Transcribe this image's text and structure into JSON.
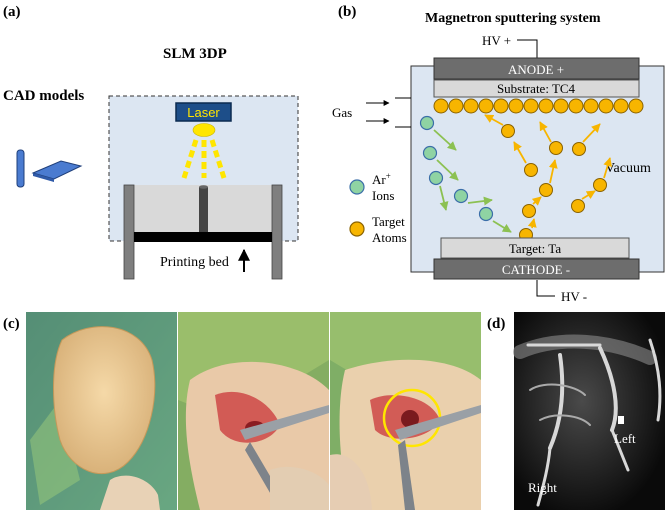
{
  "panel_a": {
    "tag": "(a)",
    "title": "SLM 3DP",
    "cad_label": "CAD models",
    "laser_label": "Laser",
    "bed_label": "Printing bed"
  },
  "panel_b": {
    "tag": "(b)",
    "title": "Magnetron sputtering system",
    "hv_plus": "HV +",
    "hv_minus": "HV -",
    "anode": "ANODE +",
    "substrate": "Substrate: TC4",
    "target": "Target: Ta",
    "cathode": "CATHODE -",
    "gas": "Gas",
    "vacuum": "Vacuum",
    "legend_ions_1": "Ar",
    "legend_ions_sup": "+",
    "legend_ions_2": "Ions",
    "legend_atoms_1": "Target",
    "legend_atoms_2": "Atoms"
  },
  "panel_c": {
    "tag": "(c)"
  },
  "panel_d": {
    "tag": "(d)",
    "left_label": "Left",
    "right_label": "Right"
  },
  "colors": {
    "chamber_fill": "#dce6f2",
    "electrode": "#6d6d6d",
    "plate": "#d9d9d9",
    "atom": "#f7b500",
    "ion": "#8fd3a3",
    "arrow_green": "#8cc152",
    "arrow_orange": "#f7b500",
    "laser_box": "#1d4e89",
    "laser_beam": "#ffe600",
    "cad_blue": "#4a7bd0"
  }
}
